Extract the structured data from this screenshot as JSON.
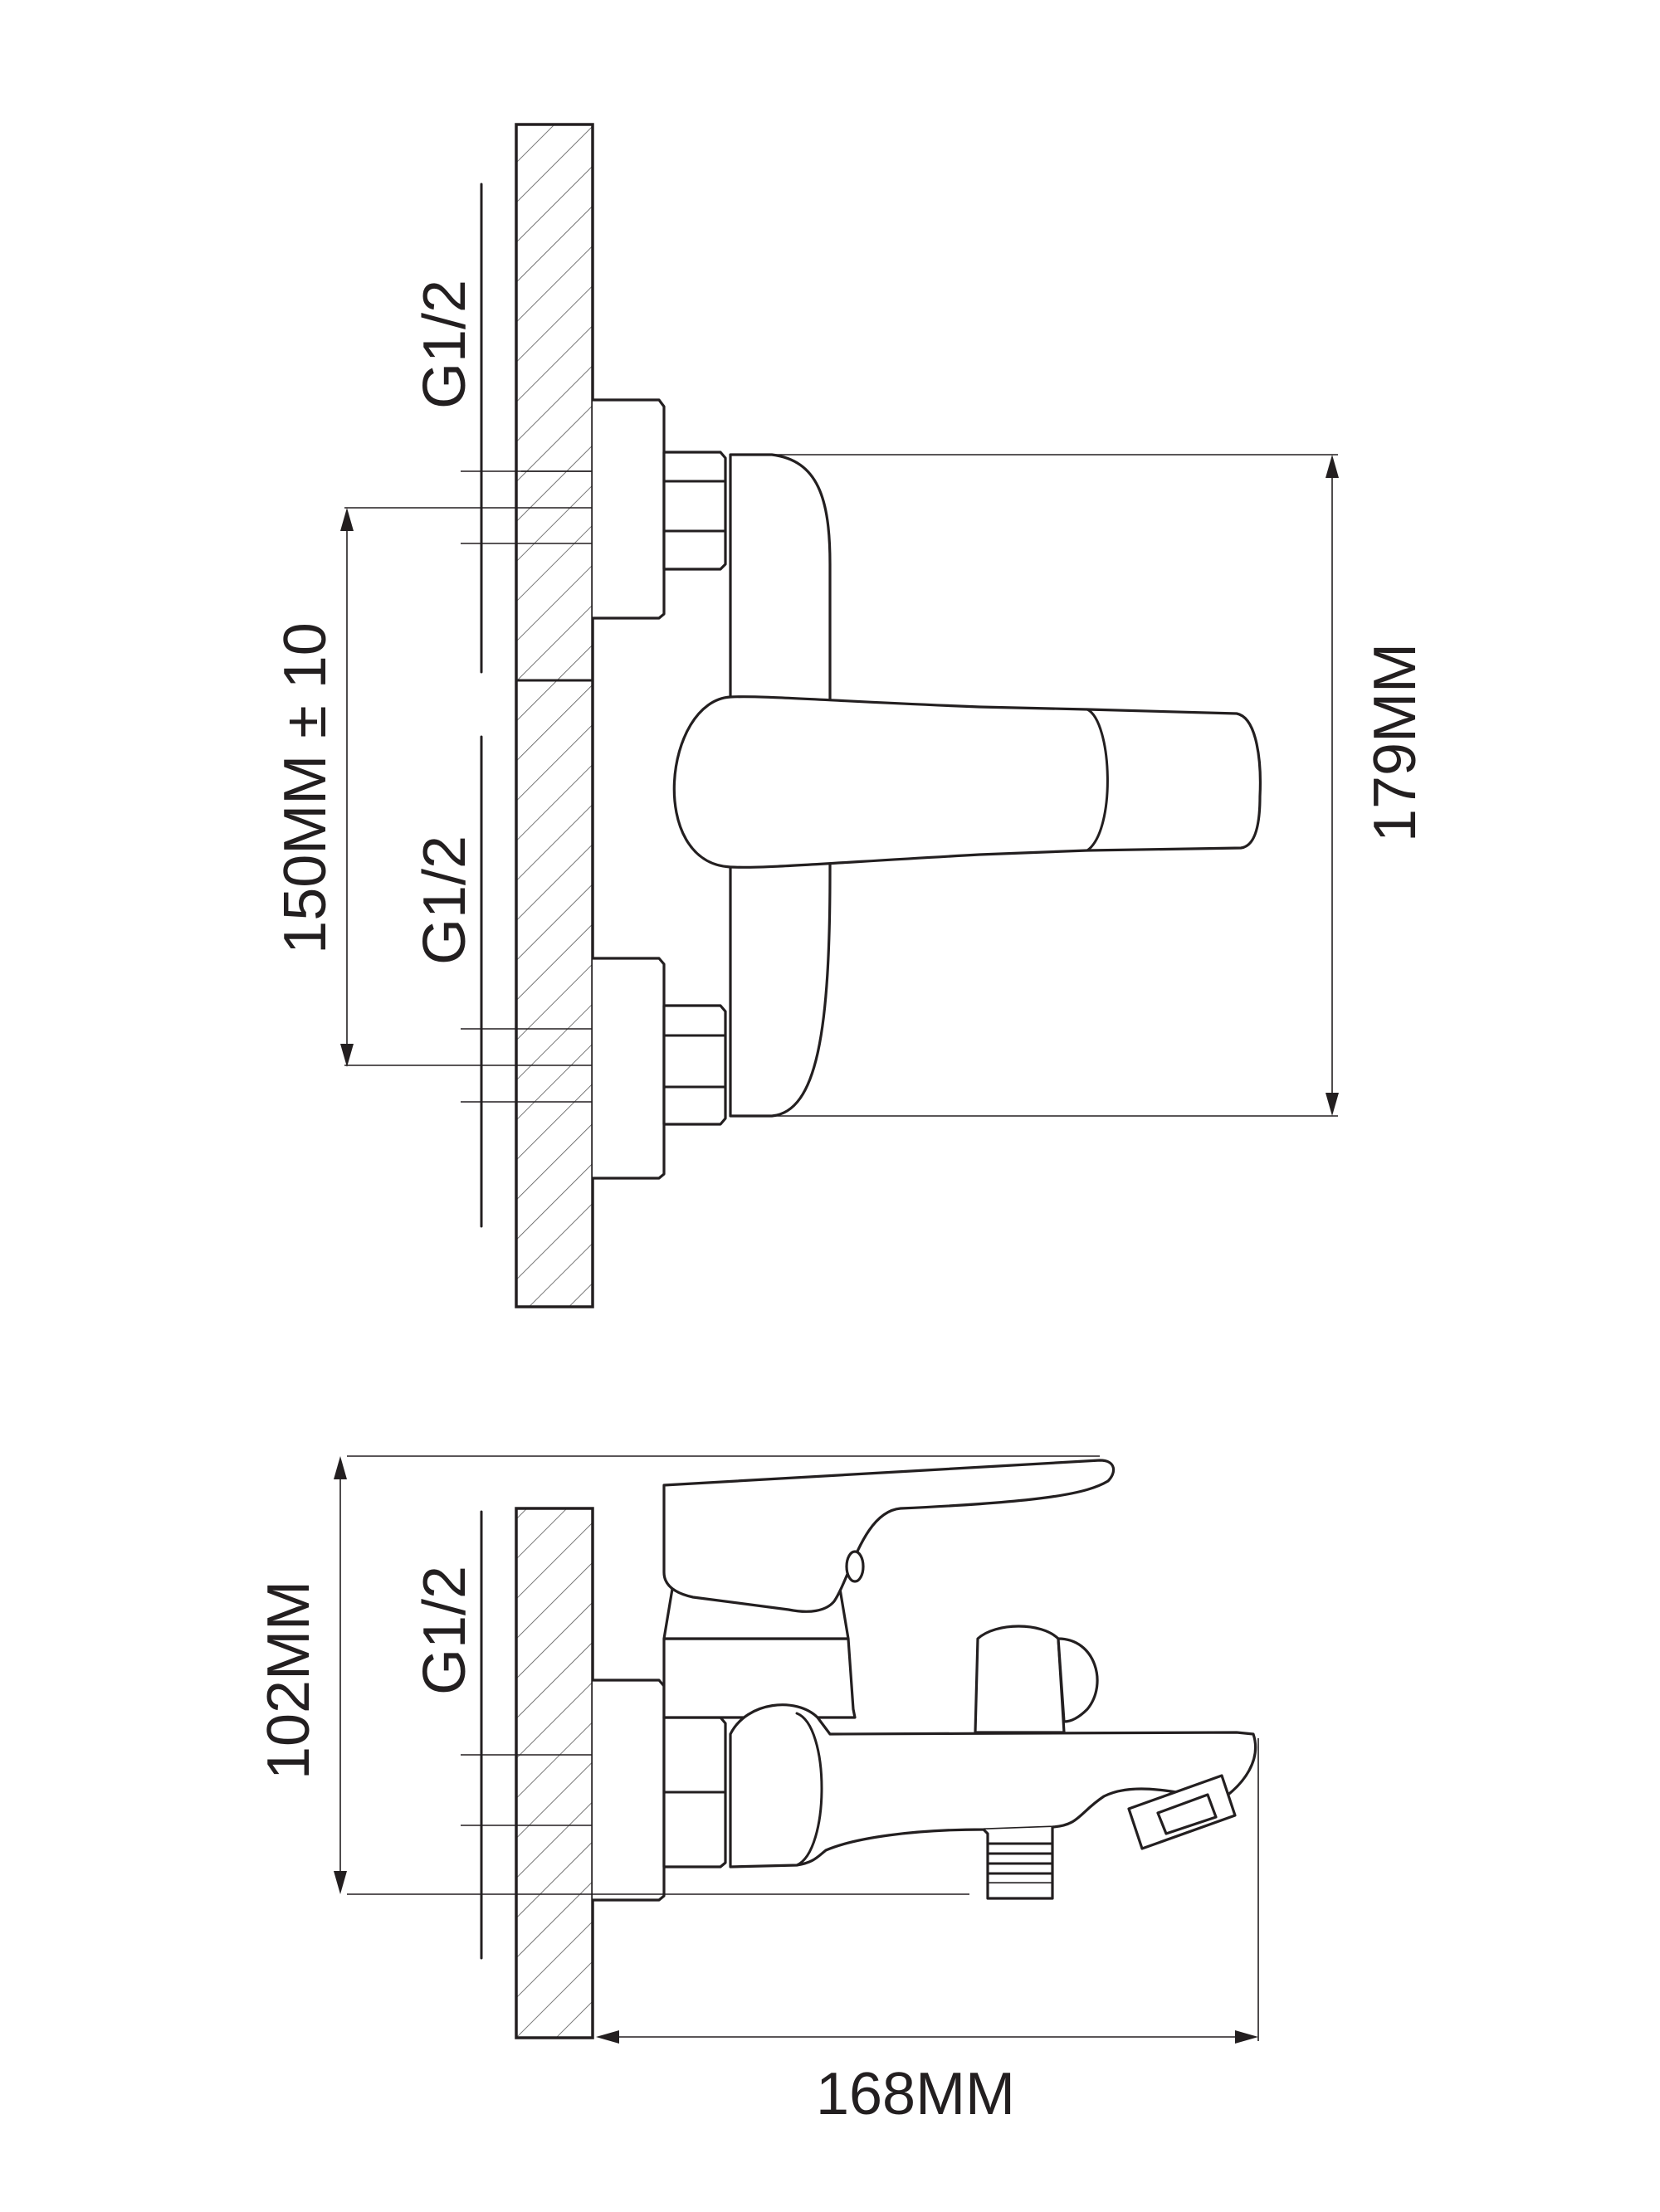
{
  "labels": {
    "thread_top_1": "G1/2",
    "thread_top_2": "G1/2",
    "thread_side": "G1/2",
    "centers": "150MM ± 10",
    "total_width": "179MM",
    "height": "102MM",
    "projection": "168MM"
  },
  "colors": {
    "line": "#231f20",
    "background": "#ffffff"
  }
}
